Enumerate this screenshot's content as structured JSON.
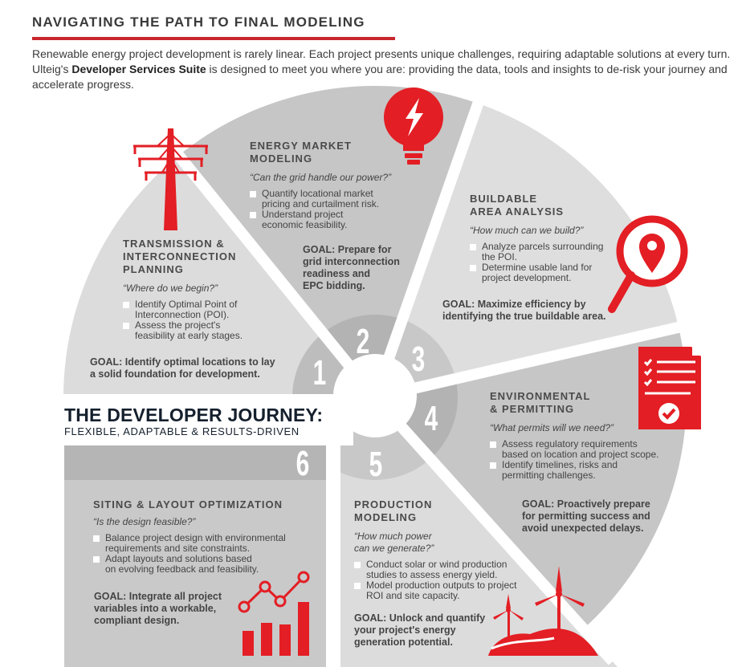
{
  "header": {
    "title": "NAVIGATING THE PATH TO FINAL MODELING",
    "intro_a": "Renewable energy project development is rarely linear. Each project presents unique challenges, requiring adaptable solutions at every turn. Ulteig's ",
    "intro_bold": "Developer Services Suite",
    "intro_b": " is designed to meet you where you are: providing the data, tools and insights to de-risk your journey and accelerate progress."
  },
  "journey": {
    "title": "THE DEVELOPER JOURNEY:",
    "subtitle": "FLEXIBLE, ADAPTABLE & RESULTS-DRIVEN"
  },
  "colors": {
    "accent": "#e31e24",
    "rule": "#c9252c",
    "dark_text": "#15202e"
  },
  "steps": [
    {
      "number": "1",
      "icon": "transmission-tower-icon",
      "heading": "TRANSMISSION &\nINTERCONNECTION\nPLANNING",
      "question": "“Where do we begin?”",
      "bullets": [
        "Identify Optimal Point of\nInterconnection (POI).",
        "Assess the project's\nfeasibility at early stages."
      ],
      "goal": "GOAL: Identify optimal locations to lay\na solid foundation for development."
    },
    {
      "number": "2",
      "icon": "lightbulb-icon",
      "heading": "ENERGY MARKET\nMODELING",
      "question": "“Can the grid handle our power?”",
      "bullets": [
        "Quantify locational market\npricing and curtailment risk.",
        "Understand project\neconomic feasibility."
      ],
      "goal": "GOAL: Prepare for\ngrid interconnection\nreadiness and\nEPC bidding."
    },
    {
      "number": "3",
      "icon": "magnifier-pin-icon",
      "heading": "BUILDABLE\nAREA ANALYSIS",
      "question": "“How much can we build?”",
      "bullets": [
        "Analyze parcels surrounding\nthe POI.",
        "Determine usable land for\nproject development."
      ],
      "goal": "GOAL: Maximize efficiency by\nidentifying the true buildable area."
    },
    {
      "number": "4",
      "icon": "checklist-document-icon",
      "heading": "ENVIRONMENTAL\n& PERMITTING",
      "question": "“What permits will we need?”",
      "bullets": [
        "Assess regulatory requirements\nbased on location and project scope.",
        "Identify timelines, risks and\npermitting challenges."
      ],
      "goal": "GOAL: Proactively prepare\nfor permitting success and\navoid unexpected delays."
    },
    {
      "number": "5",
      "icon": "wind-turbine-icon",
      "heading": "PRODUCTION\nMODELING",
      "question": "“How much power\ncan we generate?”",
      "bullets": [
        "Conduct solar or wind production\nstudies to assess energy yield.",
        "Model production outputs to project\nROI and site capacity."
      ],
      "goal": "GOAL: Unlock and quantify\nyour project's energy\ngeneration potential."
    },
    {
      "number": "6",
      "icon": "growth-chart-icon",
      "heading": "SITING & LAYOUT OPTIMIZATION",
      "question": "“Is the design feasible?”",
      "bullets": [
        "Balance project design with environmental\nrequirements and site constraints.",
        "Adapt layouts and solutions based\non evolving feedback and feasibility."
      ],
      "goal": "GOAL: Integrate all project\nvariables into a workable,\ncompliant design."
    }
  ]
}
